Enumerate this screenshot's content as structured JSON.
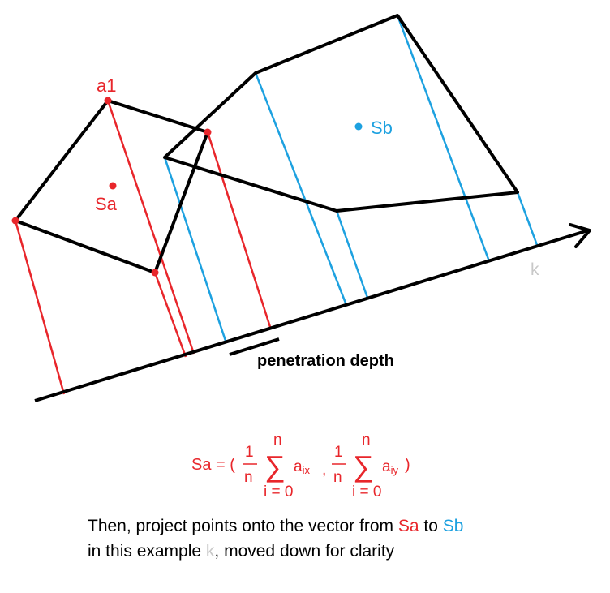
{
  "labels": {
    "a1": "a1",
    "sa": "Sa",
    "sb": "Sb",
    "k": "k",
    "penetration_depth": "penetration depth"
  },
  "formula": {
    "lhs": "Sa = (",
    "frac_num": "1",
    "frac_den": "n",
    "sum_symbol": "∑",
    "sum_upper": "n",
    "sum_lower": "i = 0",
    "term_x_base": "a",
    "term_x_sub": "ix",
    "separator": ",",
    "term_y_base": "a",
    "term_y_sub": "iy",
    "close": ")"
  },
  "caption": {
    "line1_prefix": "Then, project points onto the vector from ",
    "line1_sa": "Sa",
    "line1_mid": " to ",
    "line1_sb": "Sb",
    "line2_prefix": "in this example ",
    "line2_k": "k",
    "line2_suffix": ", moved down for clarity"
  },
  "colors": {
    "shape_a": "#e8262b",
    "shape_b": "#1da1e0",
    "outline": "#000000",
    "k_label": "#c8c8c8"
  }
}
